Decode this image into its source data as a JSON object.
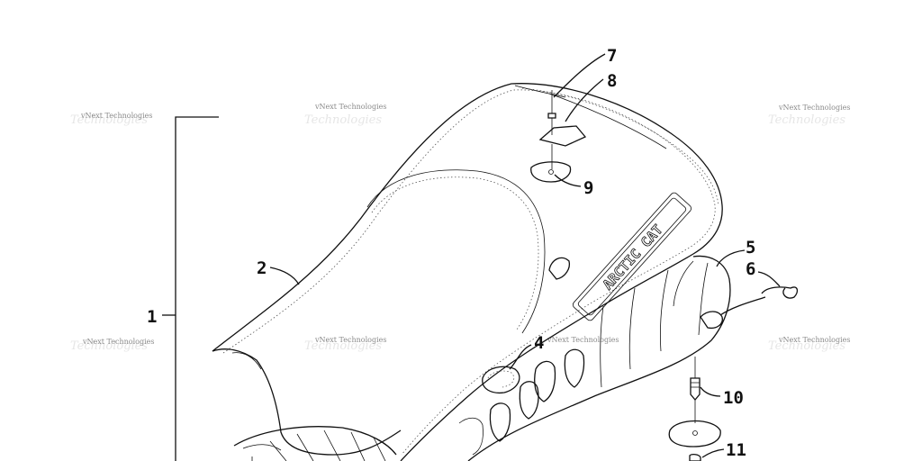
{
  "watermark": {
    "text": "vNext Technologies",
    "bg_text": "Technologies"
  },
  "callouts": [
    "1",
    "2",
    "4",
    "5",
    "6",
    "7",
    "8",
    "9",
    "10",
    "11"
  ],
  "logo_text": "ARCTIC CAT",
  "colors": {
    "ink": "#111111",
    "watermark": "#8a8a8a",
    "background": "#ffffff"
  }
}
